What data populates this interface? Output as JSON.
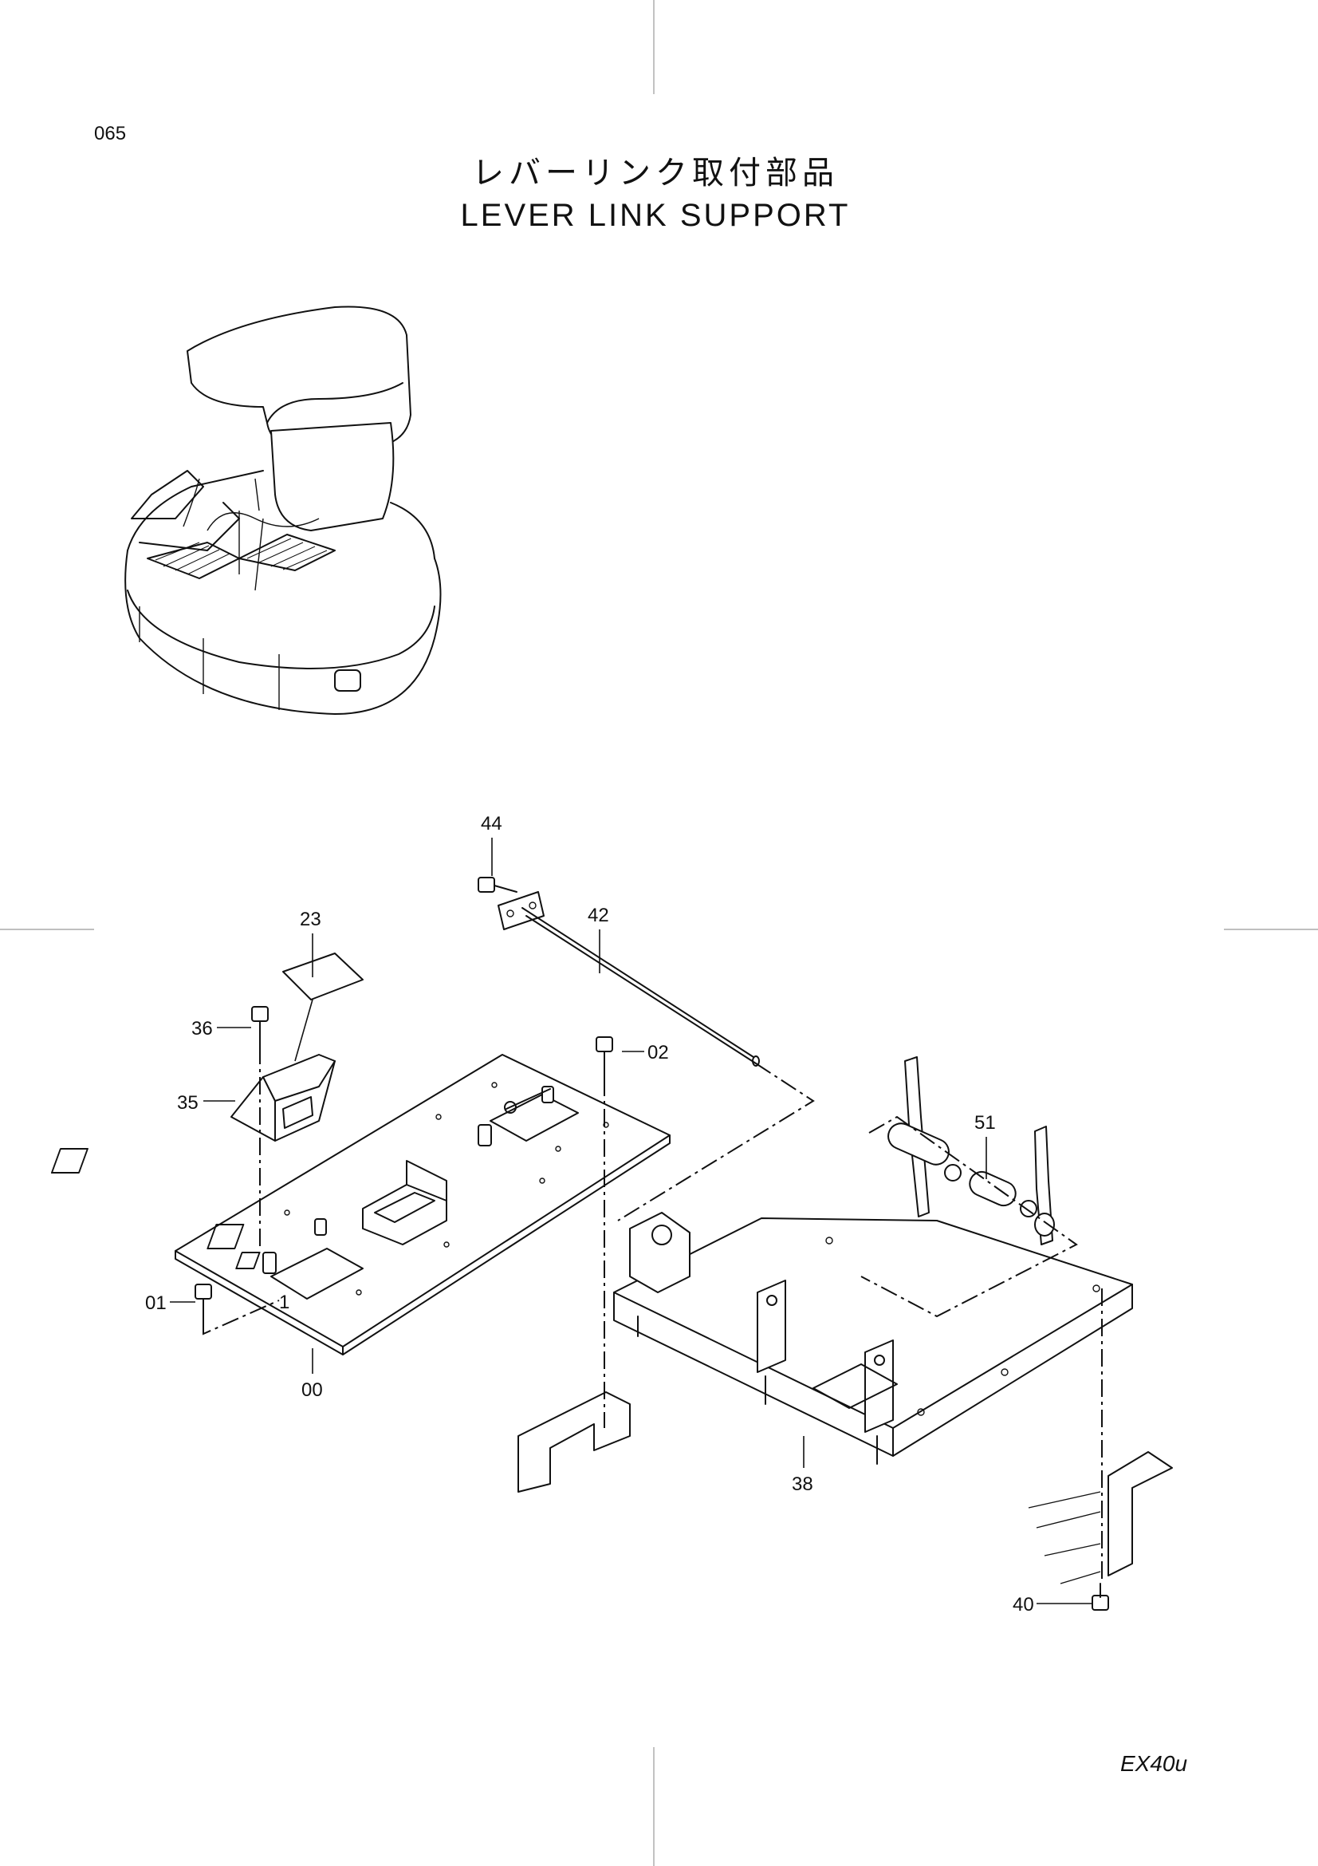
{
  "page_number": "065",
  "title_jp": "レバーリンク取付部品",
  "title_en": "LEVER LINK SUPPORT",
  "model": "EX40u",
  "callouts": [
    "44",
    "42",
    "23",
    "36",
    "02",
    "35",
    "51",
    "01",
    "00",
    "38",
    "40"
  ],
  "part_1_label": "1"
}
